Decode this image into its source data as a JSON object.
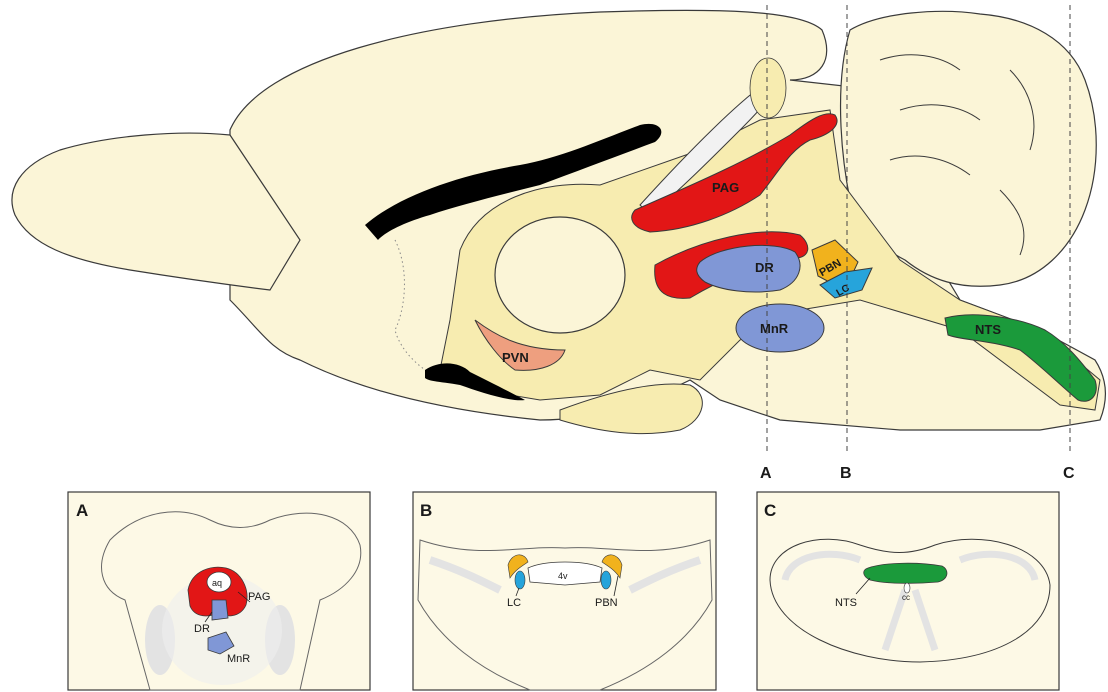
{
  "sagittal": {
    "regions": {
      "pag": "PAG",
      "dr": "DR",
      "mnr": "MnR",
      "pbn": "PBN",
      "lc": "LC",
      "nts": "NTS",
      "pvn": "PVN"
    },
    "cut_lines": {
      "a": "A",
      "b": "B",
      "c": "C"
    }
  },
  "panels": {
    "a": {
      "tag": "A",
      "aq": "aq",
      "pag": "PAG",
      "dr": "DR",
      "mnr": "MnR"
    },
    "b": {
      "tag": "B",
      "v4": "4v",
      "lc": "LC",
      "pbn": "PBN"
    },
    "c": {
      "tag": "C",
      "nts": "NTS",
      "cc": "cc"
    }
  },
  "colors": {
    "tissue": "#fbf5d7",
    "tissue_dark": "#f7ecb0",
    "panel_bg": "#fdf9e6",
    "fiber": "#e3e3e3",
    "pag": "#e21616",
    "raphe": "#8097d6",
    "pbn": "#f1b21d",
    "lc": "#26a4db",
    "nts": "#1b9a3b",
    "pvn": "#ee9f7f",
    "ventricle": "#000000",
    "outline": "#3a3a3a"
  }
}
